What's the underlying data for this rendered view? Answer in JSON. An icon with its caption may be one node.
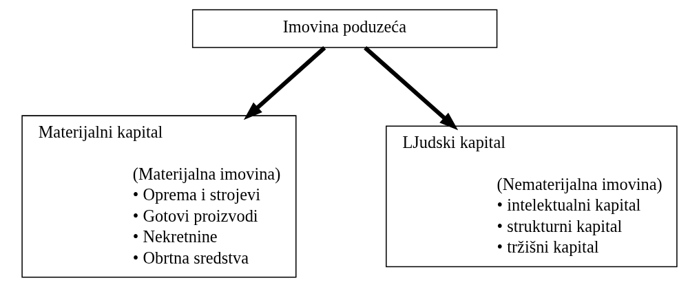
{
  "diagram": {
    "nodes": [
      {
        "text": [
          "Imovina poduzeća"
        ]
      },
      {
        "text": [
          "Materijalni kapital",
          "(Materijalna imovina)",
          "• Oprema i strojevi",
          "• Gotovi proizvodi",
          "• Nekretnine",
          "• Obrtna sredstva"
        ]
      },
      {
        "text": [
          "LJudski kapital",
          "(Nematerijalna imovina)",
          "• intelektualni kapital",
          "• strukturni kapital",
          "• tržišni kapital"
        ]
      }
    ],
    "edges": [
      {
        "from": 0,
        "to": 1,
        "arrow": "to"
      },
      {
        "from": 0,
        "to": 2,
        "arrow": "to"
      }
    ]
  }
}
